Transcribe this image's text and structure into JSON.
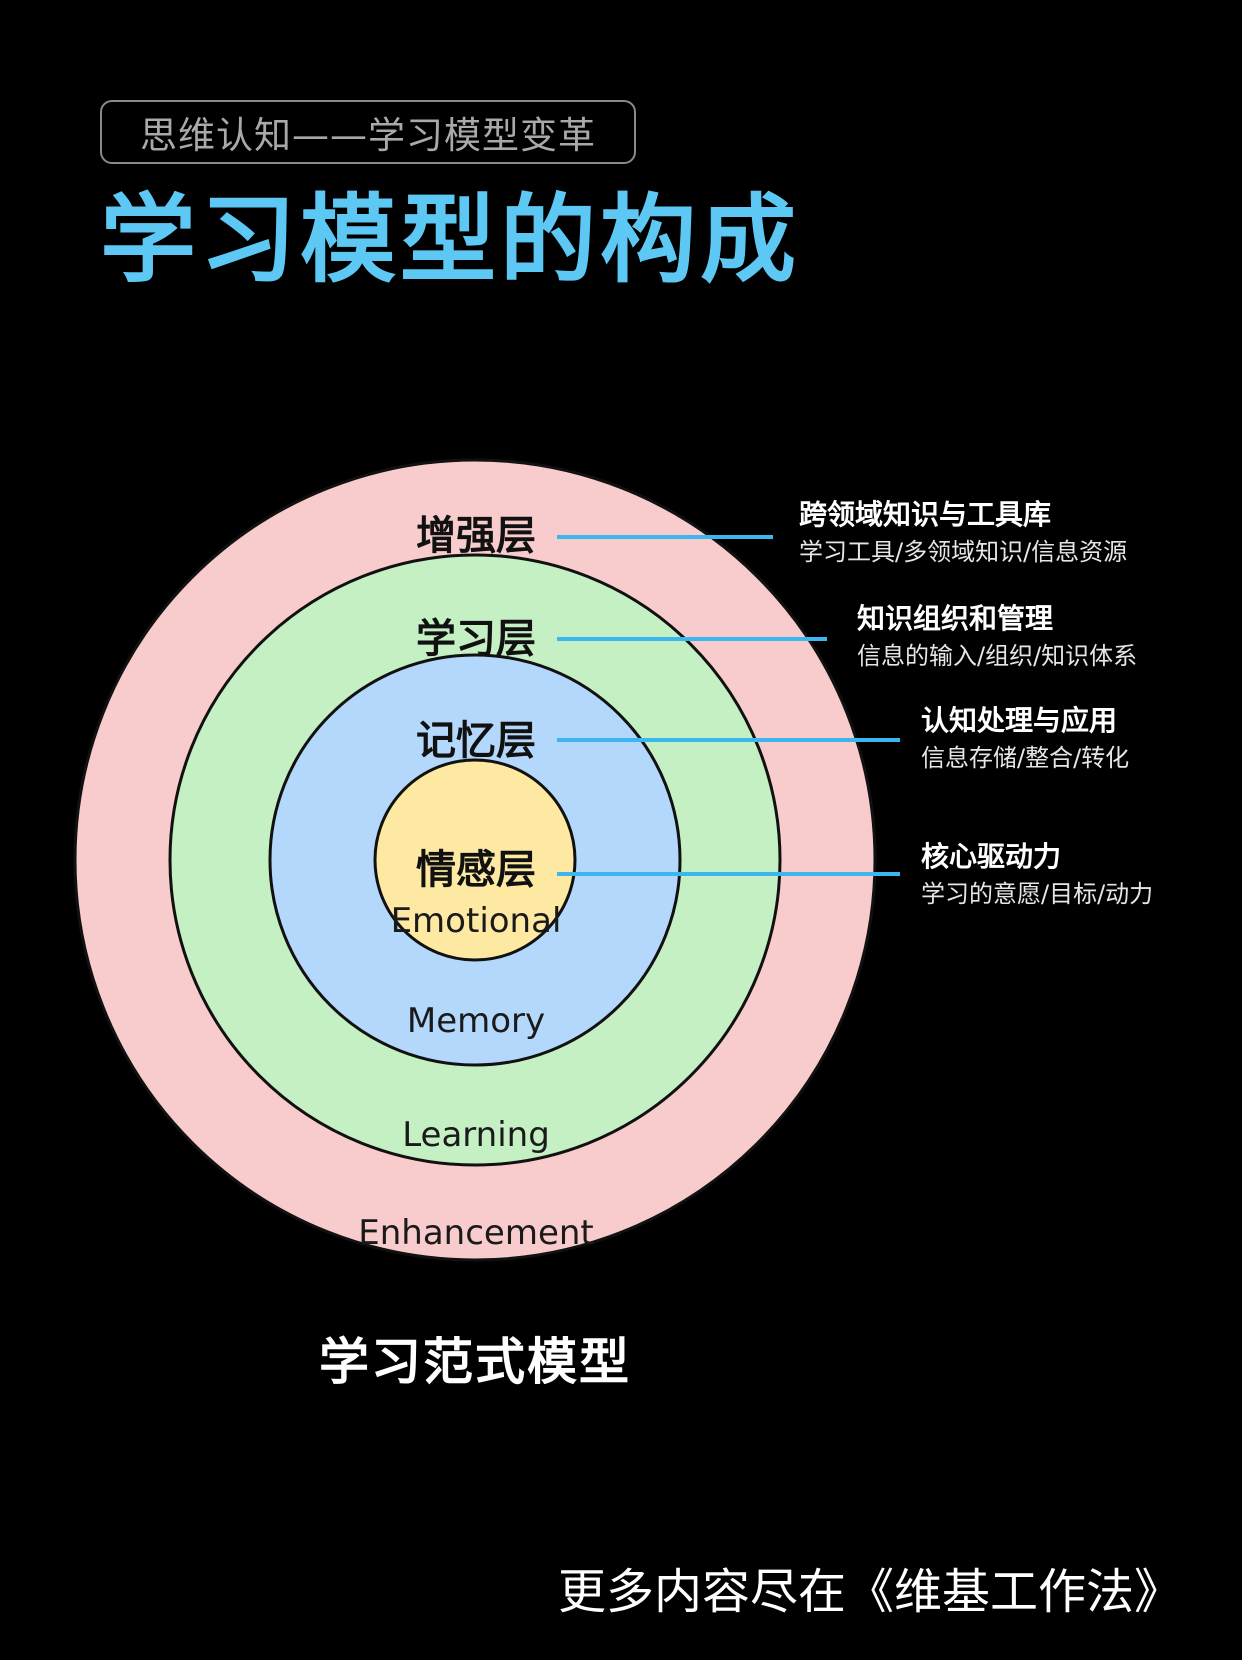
{
  "header": {
    "tag": "思维认知——学习模型变革",
    "title": "学习模型的构成"
  },
  "layers": [
    {
      "cn": "增强层",
      "en": "Enhancement",
      "color": "#f8cccc",
      "desc_title": "跨领域知识与工具库",
      "desc_sub": "学习工具/多领域知识/信息资源"
    },
    {
      "cn": "学习层",
      "en": "Learning",
      "color": "#c5f0c4",
      "desc_title": "知识组织和管理",
      "desc_sub": "信息的输入/组织/知识体系"
    },
    {
      "cn": "记忆层",
      "en": "Memory",
      "color": "#b4d8fb",
      "desc_title": "认知处理与应用",
      "desc_sub": "信息存储/整合/转化"
    },
    {
      "cn": "情感层",
      "en": "Emotional",
      "color": "#fde9a2",
      "desc_title": "核心驱动力",
      "desc_sub": "学习的意愿/目标/动力"
    }
  ],
  "diagram": {
    "caption": "学习范式模型",
    "connector_color": "#3bb6ee",
    "outline_color": "#111111"
  },
  "footer": {
    "text": "更多内容尽在《维基工作法》"
  }
}
